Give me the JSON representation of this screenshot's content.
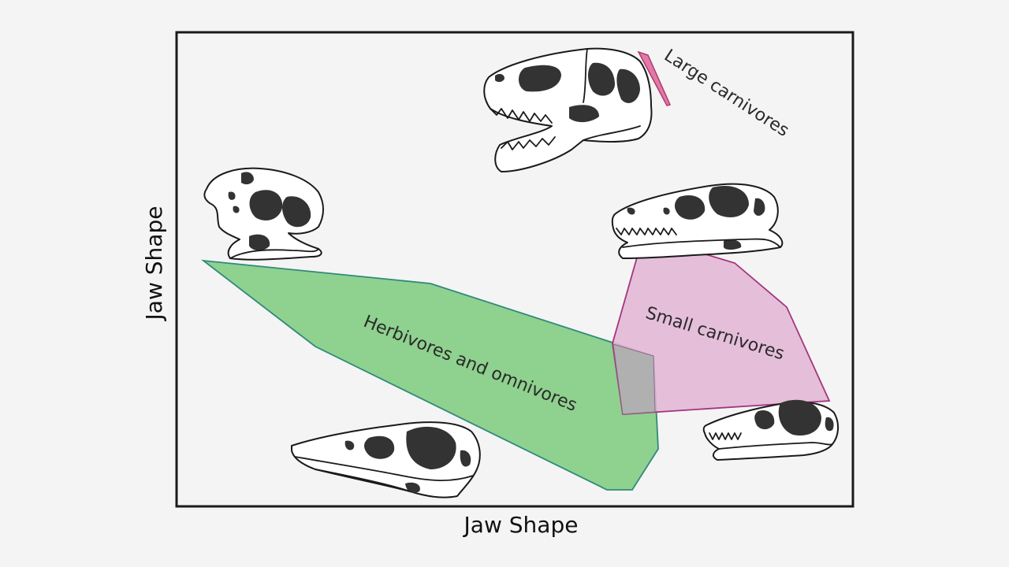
{
  "chart_data": {
    "type": "scatter",
    "title": "",
    "xlabel": "Jaw Shape",
    "ylabel": "Jaw Shape",
    "grid": false,
    "legend": "none",
    "regions": [
      {
        "label": "Herbivores and omnivores",
        "fill": "#8fd18f",
        "stroke": "#2f8a7a"
      },
      {
        "label": "Small carnivores",
        "fill": "#e3b6d6",
        "stroke": "#a3357e"
      },
      {
        "label": "Large carnivores",
        "fill": "#e17aa7",
        "stroke": "#b03a6e"
      }
    ],
    "overlap_color": "#b0b0b0",
    "icons": [
      "tyrannosaur-skull-icon",
      "ceratopsian-skull-icon",
      "theropod-skull-icon",
      "ornithopod-skull-icon",
      "small-theropod-skull-icon"
    ]
  }
}
